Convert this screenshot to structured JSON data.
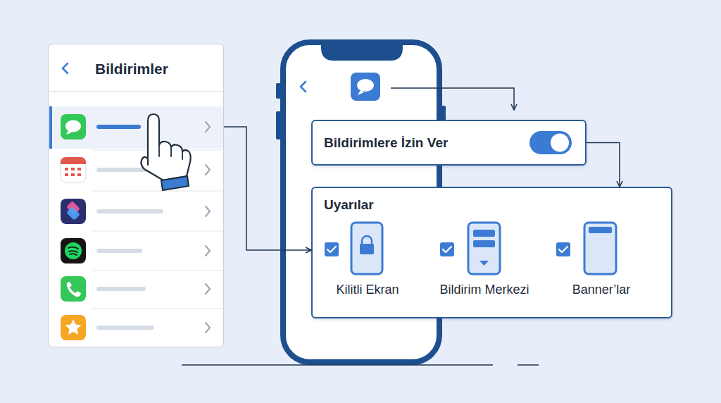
{
  "diagram": {
    "nodes": [
      {
        "text": [
          "Bildirimler"
        ]
      },
      {
        "text": [
          "Bildirimlere İzin Ver"
        ]
      },
      {
        "text": [
          "Uyarılar",
          "Kilitli Ekran",
          "Bildirim Merkezi",
          "Banner’lar"
        ]
      }
    ],
    "edges": [
      {
        "from": 0,
        "to": 2,
        "arrow": "to"
      },
      {
        "from": 1,
        "to": 2,
        "arrow": "to"
      }
    ]
  }
}
